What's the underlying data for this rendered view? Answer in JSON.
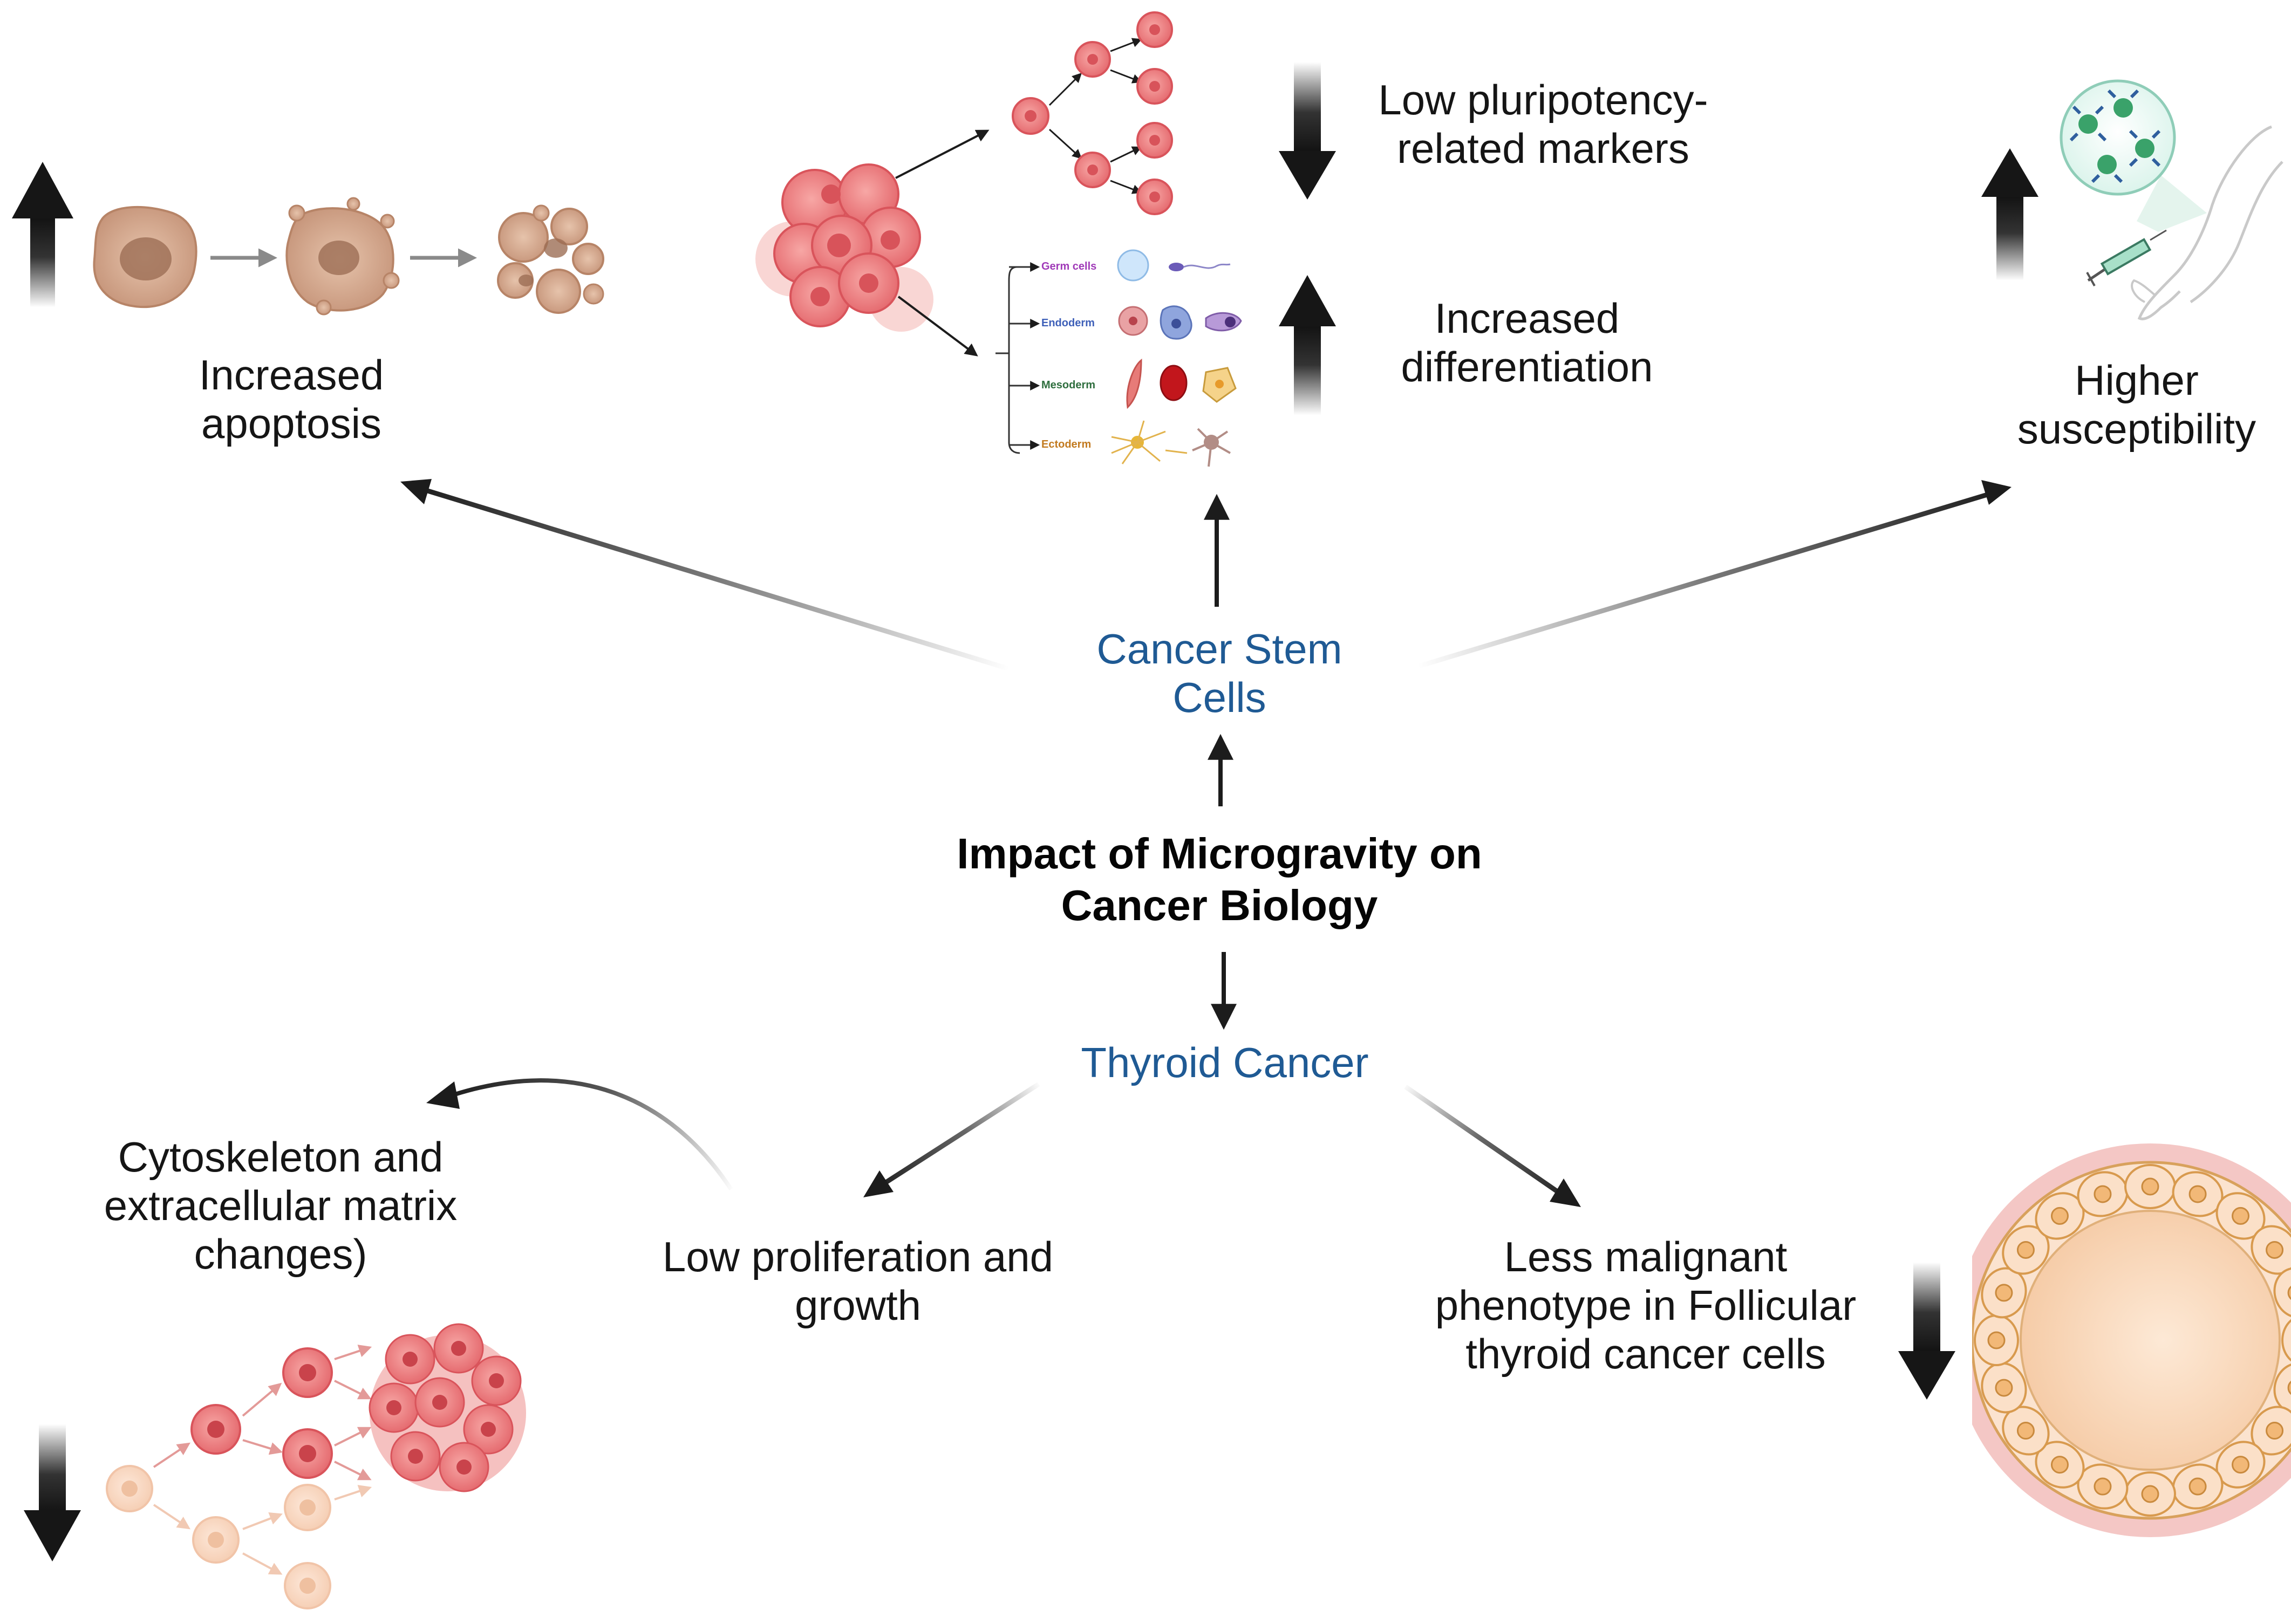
{
  "center": {
    "title_line1": "Impact of Microgravity on",
    "title_line2": "Cancer Biology"
  },
  "branches": {
    "cancer_stem_cells": {
      "line1": "Cancer Stem",
      "line2": "Cells"
    },
    "thyroid_cancer": {
      "label": "Thyroid Cancer"
    }
  },
  "effects": {
    "apoptosis": {
      "line1": "Increased",
      "line2": "apoptosis"
    },
    "pluripotency": {
      "line1": "Low pluripotency-",
      "line2": "related markers"
    },
    "differentiation": {
      "line1": "Increased",
      "line2": "differentiation"
    },
    "susceptibility": {
      "line1": "Higher",
      "line2": "susceptibility"
    },
    "cytoskeleton": {
      "line1": "Cytoskeleton and",
      "line2": "extracellular matrix",
      "line3": "changes)"
    },
    "proliferation": {
      "line1": "Low proliferation and",
      "line2": "growth"
    },
    "malignant": {
      "line1": "Less malignant",
      "line2": "phenotype in Follicular",
      "line3": "thyroid cancer cells"
    }
  },
  "germ_layers": {
    "germ": "Germ cells",
    "endoderm": "Endoderm",
    "mesoderm": "Mesoderm",
    "ectoderm": "Ectoderm"
  },
  "colors": {
    "stem_blue": "#1f5a94",
    "cell_pink": "#e8767a",
    "apoptotic_tan": "#c99a7e",
    "arrow_dark": "#1c1c1c"
  }
}
